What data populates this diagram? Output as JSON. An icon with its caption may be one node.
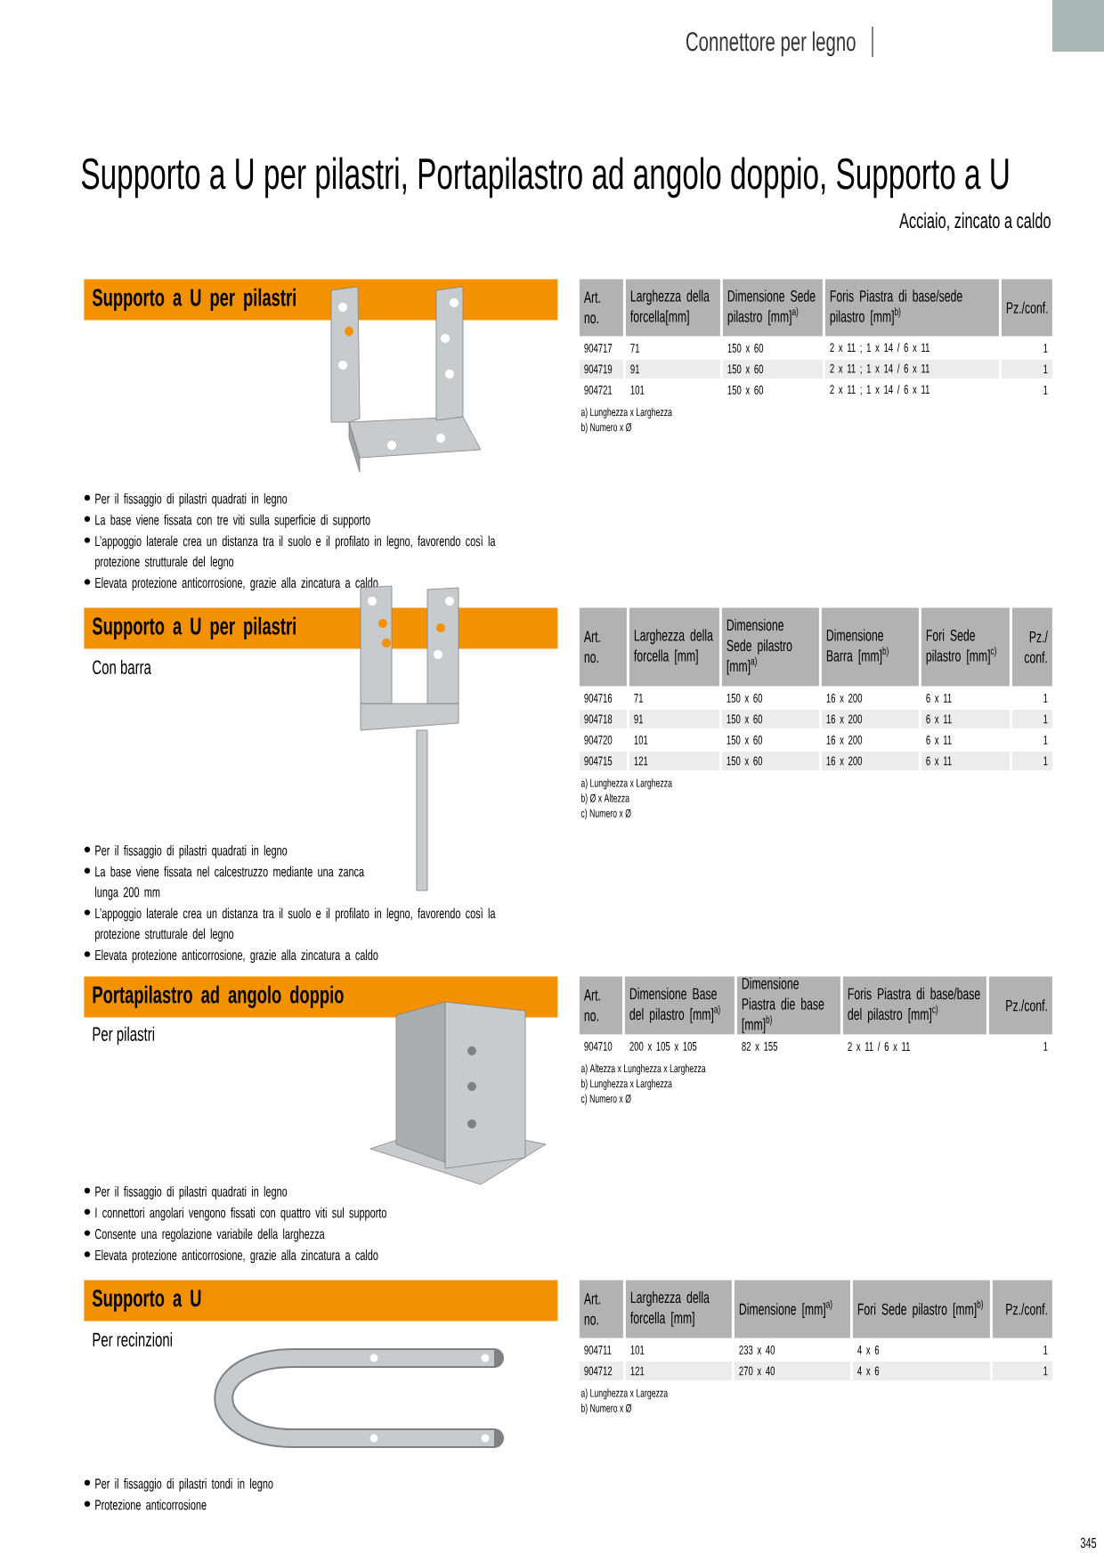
{
  "diagram": {
    "title": "Supporto a U per pilastri, Portapilastro ad angolo doppio, Supporto a U",
    "nodes": [
      {
        "text": [
          "Supporto a U per pilastri"
        ]
      },
      {
        "text": [
          "Supporto a U per pilastri"
        ],
        "beside": [
          "Con barra"
        ]
      },
      {
        "text": [
          "Portapilastro ad angolo doppio"
        ],
        "beside": [
          "Per pilastri"
        ]
      },
      {
        "text": [
          "Supporto a U"
        ],
        "beside": [
          "Per recinzioni"
        ]
      }
    ],
    "labels": [
      "Connettore per legno",
      "Acciaio, zincato a caldo",
      "Art. no.",
      "Larghezza della forcella[mm]",
      "Dimensione Sede pilastro [mm]$^{a)}$",
      "Foris Piastra di base/sede pilastro [mm]$^{b)}$",
      "Pz./conf.",
      "904717",
      "71",
      "150 x 60",
      "2 x 11 ; 1 x 14 / 6 x 11",
      "1",
      "904719",
      "91",
      "150 x 60",
      "2 x 11 ; 1 x 14 / 6 x 11",
      "1",
      "904721",
      "101",
      "150 x 60",
      "2 x 11 ; 1 x 14 / 6 x 11",
      "1",
      "a) Lunghezza x Larghezza",
      "b) Numero x Ø",
      "Per il fissaggio di pilastri quadrati in legno",
      "La base viene fissata con tre viti sulla superficie di supporto",
      "L’appoggio laterale crea un distanza tra il suolo e il profilato in legno, favorendo così la protezione strutturale del legno",
      "Elevata protezione anticorrosione, grazie alla zincatura a caldo",
      "Art. no.",
      "Larghezza della forcella [mm]",
      "Dimensione Sede pilastro [mm]$^{a)}$",
      "Dimensione Barra [mm]$^{b)}$",
      "Fori Sede pilastro [mm]$^{c)}$",
      "Pz./ conf.",
      "904716",
      "71",
      "150 x 60",
      "16 x 200",
      "6 x 11",
      "1",
      "904718",
      "91",
      "150 x 60",
      "16 x 200",
      "6 x 11",
      "1",
      "904720",
      "101",
      "150 x 60",
      "16 x 200",
      "6 x 11",
      "1",
      "904715",
      "121",
      "150 x 60",
      "16 x 200",
      "6 x 11",
      "1",
      "a) Lunghezza x Larghezza",
      "b) Ø x Altezza",
      "c) Numero x Ø",
      "Per il fissaggio di pilastri quadrati in legno",
      "La base viene fissata nel calcestruzzo mediante una zanca lunga 200 mm",
      "L’appoggio laterale crea un distanza tra il suolo e il profilato in legno, favorendo così la protezione strutturale del legno",
      "Elevata protezione anticorrosione, grazie alla zincatura a caldo",
      "Art. no.",
      "Dimensione Base del pilastro [mm]$^{a)}$",
      "Dimensione Piastra die base [mm]$^{b)}$",
      "Foris Piastra di base/base del pilastro [mm]$^{c)}$",
      "Pz./conf.",
      "904710",
      "200 x 105 x 105",
      "82 x 155",
      "2 x 11 / 6 x 11",
      "1",
      "a) Altezza x Lunghezza x Larghezza",
      "b) Lunghezza x Larghezza",
      "c) Numero x Ø",
      "Per il fissaggio di pilastri quadrati in legno",
      "I connettori angolari vengono fissati con quattro viti sul supporto",
      "Consente una regolazione variabile della larghezza",
      "Elevata protezione anticorrosione, grazie alla zincatura a caldo",
      "Art. no.",
      "Larghezza della forcella [mm]",
      "Dimensione [mm]$^{a)}$",
      "Fori Sede pilastro [mm]$^{b)}$",
      "Pz./conf.",
      "904711",
      "101",
      "233 x 40",
      "4 x 6",
      "1",
      "904712",
      "121",
      "270 x 40",
      "4 x 6",
      "1",
      "a) Lunghezza x Largezza",
      "b) Numero x Ø",
      "Per il fissaggio di pilastri tondi in legno",
      "Protezione anticorrosione",
      "345"
    ]
  }
}
